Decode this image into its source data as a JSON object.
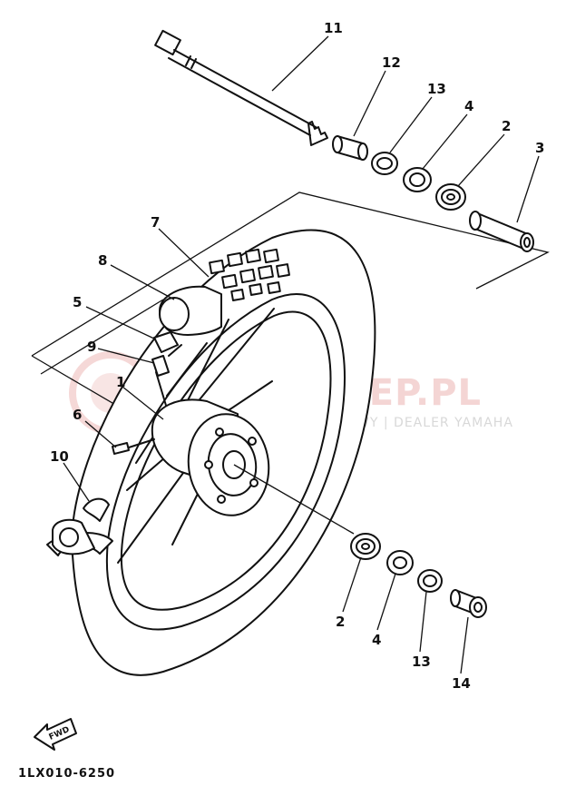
{
  "diagram": {
    "part_code": "1LX010-6250",
    "fwd_label": "FWD",
    "watermark": {
      "line1": "YAMA-SKLEP.PL",
      "line2": "WWW.SKLEP.MOTOCYKLOWY | DEALER YAMAHA"
    },
    "callouts": [
      {
        "id": "c11",
        "label": "11"
      },
      {
        "id": "c12",
        "label": "12"
      },
      {
        "id": "c13a",
        "label": "13"
      },
      {
        "id": "c4a",
        "label": "4"
      },
      {
        "id": "c2a",
        "label": "2"
      },
      {
        "id": "c3",
        "label": "3"
      },
      {
        "id": "c7",
        "label": "7"
      },
      {
        "id": "c8",
        "label": "8"
      },
      {
        "id": "c5",
        "label": "5"
      },
      {
        "id": "c9",
        "label": "9"
      },
      {
        "id": "c1",
        "label": "1"
      },
      {
        "id": "c6",
        "label": "6"
      },
      {
        "id": "c10",
        "label": "10"
      },
      {
        "id": "c2b",
        "label": "2"
      },
      {
        "id": "c4b",
        "label": "4"
      },
      {
        "id": "c13b",
        "label": "13"
      },
      {
        "id": "c14",
        "label": "14"
      }
    ]
  }
}
